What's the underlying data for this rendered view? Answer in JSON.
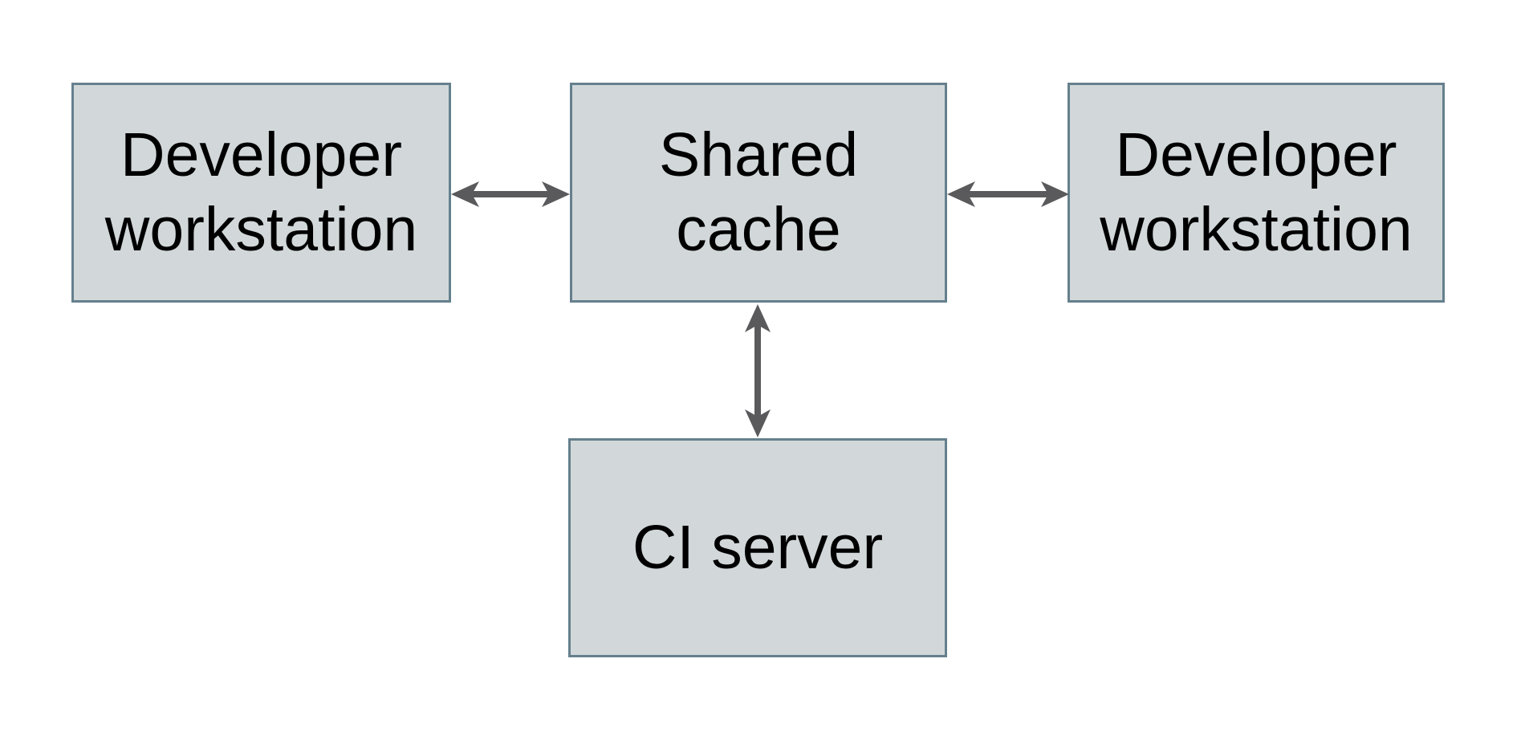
{
  "theme": {
    "canvas_bg": "#ffffff",
    "box_fill": "#d2d8da",
    "box_border": "#65808d",
    "arrow_color": "#5a5a5c",
    "text_color": "#000000"
  },
  "diagram": {
    "type": "architecture-diagram",
    "title": "",
    "nodes": [
      {
        "id": "dev-workstation-left",
        "label": "Developer workstation",
        "lines": [
          "Developer",
          "workstation"
        ]
      },
      {
        "id": "shared-cache",
        "label": "Shared cache",
        "lines": [
          "Shared",
          "cache"
        ]
      },
      {
        "id": "dev-workstation-right",
        "label": "Developer workstation",
        "lines": [
          "Developer",
          "workstation"
        ]
      },
      {
        "id": "ci-server",
        "label": "CI server",
        "lines": [
          "CI server"
        ]
      }
    ],
    "edges": [
      {
        "from": "dev-workstation-left",
        "to": "shared-cache",
        "direction": "bidirectional",
        "orientation": "horizontal"
      },
      {
        "from": "shared-cache",
        "to": "dev-workstation-right",
        "direction": "bidirectional",
        "orientation": "horizontal"
      },
      {
        "from": "shared-cache",
        "to": "ci-server",
        "direction": "bidirectional",
        "orientation": "vertical"
      }
    ]
  }
}
